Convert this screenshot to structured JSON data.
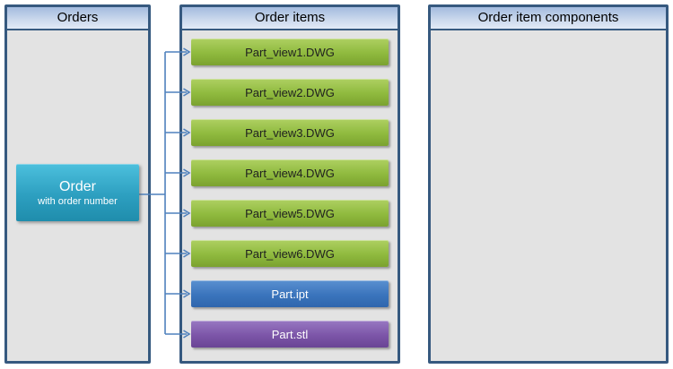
{
  "panels": {
    "orders": {
      "title": "Orders"
    },
    "order_items": {
      "title": "Order items"
    },
    "components": {
      "title": "Order item components"
    }
  },
  "order": {
    "label": "Order",
    "sublabel": "with order number"
  },
  "items": [
    {
      "label": "Part_view1.DWG",
      "kind": "dwg"
    },
    {
      "label": "Part_view2.DWG",
      "kind": "dwg"
    },
    {
      "label": "Part_view3.DWG",
      "kind": "dwg"
    },
    {
      "label": "Part_view4.DWG",
      "kind": "dwg"
    },
    {
      "label": "Part_view5.DWG",
      "kind": "dwg"
    },
    {
      "label": "Part_view6.DWG",
      "kind": "dwg"
    },
    {
      "label": "Part.ipt",
      "kind": "ipt"
    },
    {
      "label": "Part.stl",
      "kind": "stl"
    }
  ],
  "relationships": {
    "source": "Order",
    "targets": [
      "Part_view1.DWG",
      "Part_view2.DWG",
      "Part_view3.DWG",
      "Part_view4.DWG",
      "Part_view5.DWG",
      "Part_view6.DWG",
      "Part.ipt",
      "Part.stl"
    ]
  },
  "colors": {
    "panel_border": "#36597f",
    "panel_body": "#e3e3e3",
    "header_top": "#a3bbde",
    "header_bottom": "#e2eaf6",
    "connector": "#4f81bd",
    "dwg_top": "#aed062",
    "dwg_bottom": "#7ba22f",
    "ipt_top": "#5a90d0",
    "ipt_bottom": "#2f66ad",
    "stl_top": "#9878c2",
    "stl_bottom": "#6a4495",
    "order_top": "#4cc0dd",
    "order_bottom": "#1f8dac",
    "item_text_dark": "#1f1f1f",
    "item_text_light": "#ffffff"
  }
}
